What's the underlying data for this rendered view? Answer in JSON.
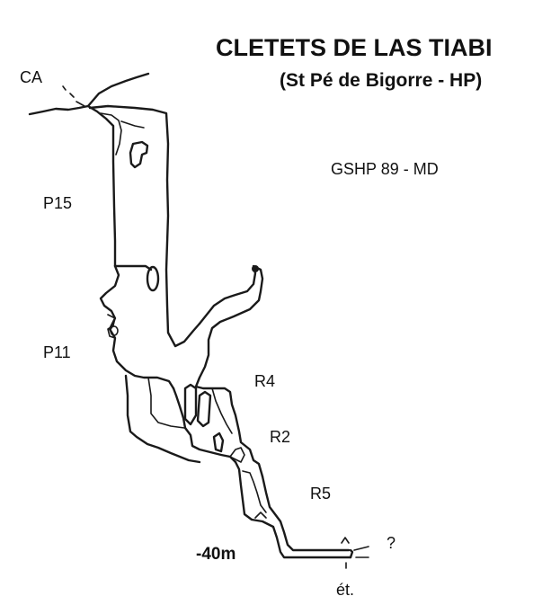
{
  "title": {
    "main": "CLETETS DE LAS TIABI",
    "sub": "(St Pé de Bigorre - HP)"
  },
  "credit": "GSHP 89 - MD",
  "labels": {
    "entrance": "CA",
    "pitch1": "P15",
    "pitch2": "P11",
    "step1": "R4",
    "step2": "R2",
    "step3": "R5",
    "depth": "-40m",
    "narrowing": "ét.",
    "unknown": "?"
  }
}
